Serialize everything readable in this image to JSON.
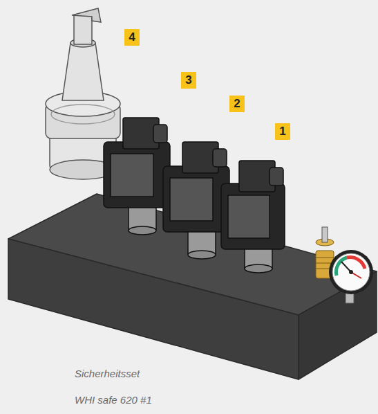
{
  "diagram": {
    "caption": "Sicherheitsset WHI safe 620 #1",
    "labels": [
      "4",
      "3",
      "2",
      "1"
    ]
  }
}
